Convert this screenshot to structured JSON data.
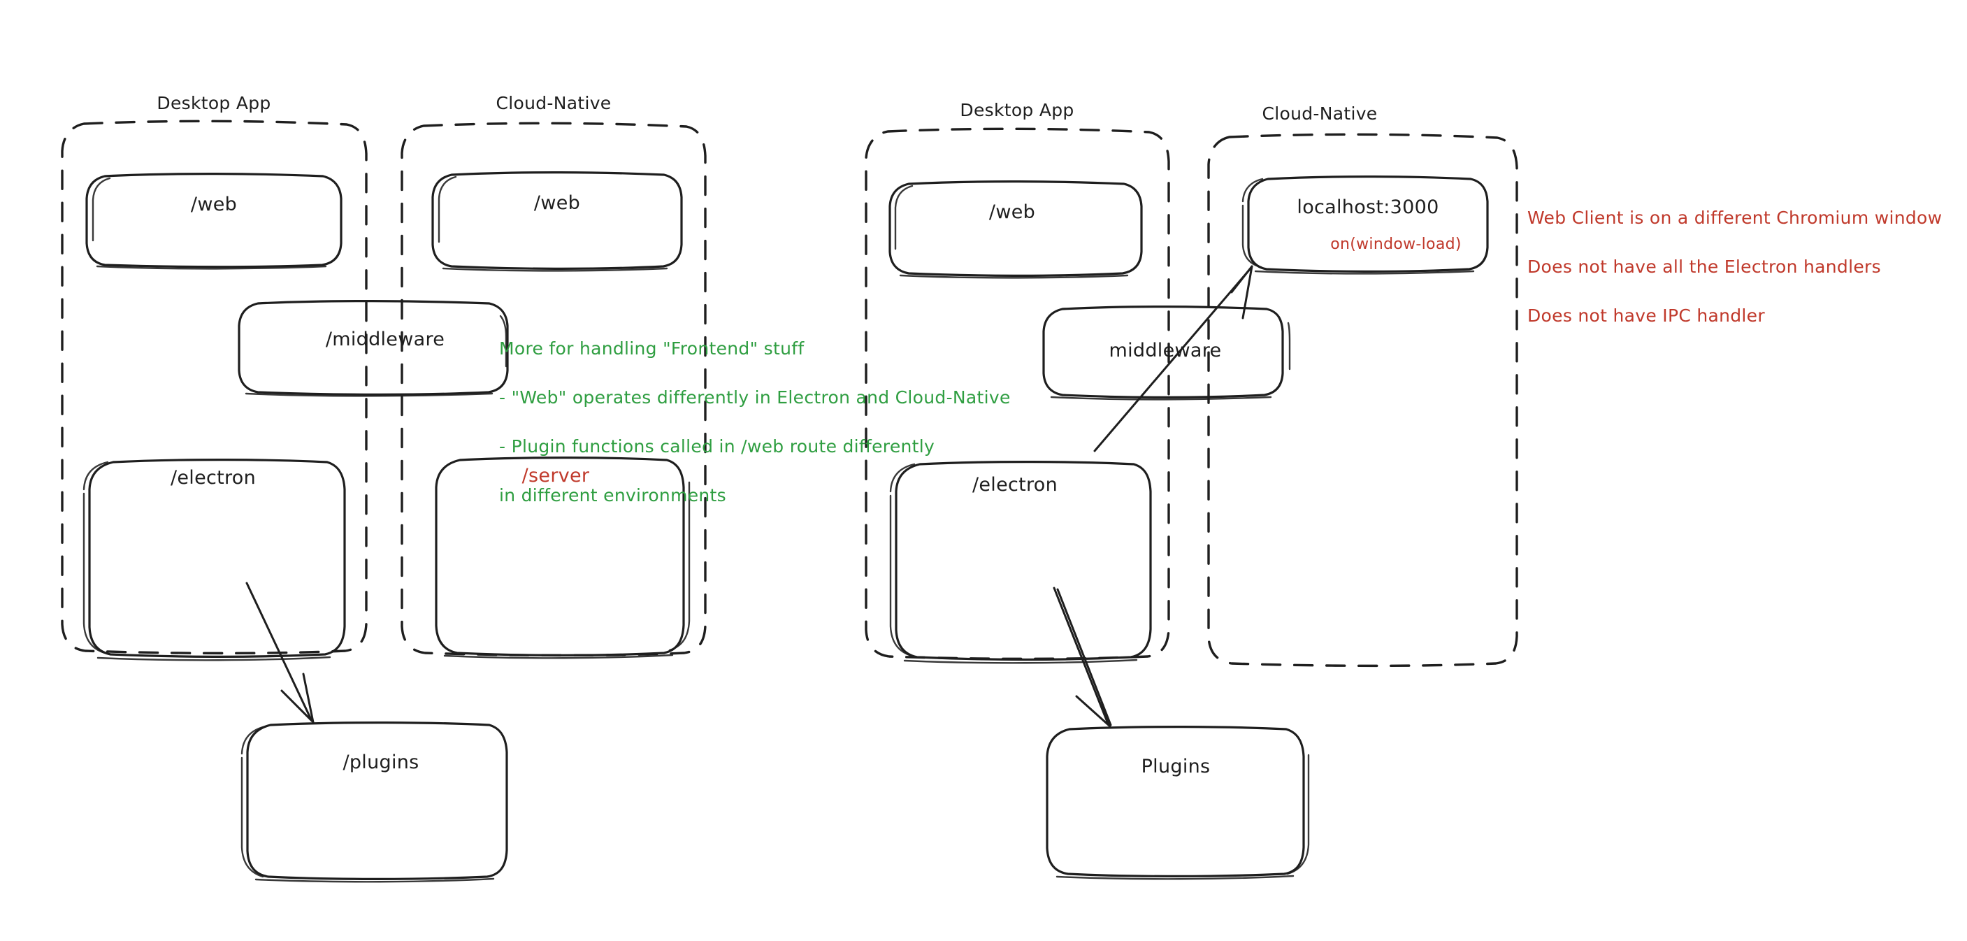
{
  "meta": {
    "title": "Desktop App vs Cloud-Native architecture sketch",
    "style": "hand-drawn whiteboard diagram",
    "background": "#ffffff",
    "colors": {
      "stroke": "#1e1e1e",
      "green": "#2f9e41",
      "red": "#c0392b"
    }
  },
  "left_diagram": {
    "groups": [
      {
        "id": "left-desktop-app",
        "label": "Desktop App"
      },
      {
        "id": "left-cloud-native",
        "label": "Cloud-Native"
      }
    ],
    "boxes": [
      {
        "id": "left-desktop-web",
        "label": "/web",
        "color": "#1e1e1e"
      },
      {
        "id": "left-cloud-web",
        "label": "/web",
        "color": "#1e1e1e"
      },
      {
        "id": "left-middleware",
        "label": "/middleware",
        "color": "#1e1e1e"
      },
      {
        "id": "left-electron",
        "label": "/electron",
        "color": "#1e1e1e"
      },
      {
        "id": "left-server",
        "label": "/server",
        "color": "#c0392b"
      },
      {
        "id": "left-plugins",
        "label": "/plugins",
        "color": "#1e1e1e"
      }
    ],
    "annotation": {
      "color": "#2f9e41",
      "lines": [
        "More for handling \"Frontend\" stuff",
        "- \"Web\" operates differently in Electron and Cloud-Native",
        "- Plugin functions called in /web route differently",
        "in different environments"
      ]
    },
    "arrows": [
      {
        "id": "left-electron-to-plugins",
        "from": "left-electron",
        "to": "left-plugins"
      }
    ]
  },
  "right_diagram": {
    "groups": [
      {
        "id": "right-desktop-app",
        "label": "Desktop App"
      },
      {
        "id": "right-cloud-native",
        "label": "Cloud-Native"
      }
    ],
    "boxes": [
      {
        "id": "right-desktop-web",
        "label": "/web",
        "color": "#1e1e1e"
      },
      {
        "id": "right-localhost",
        "label": "localhost:3000",
        "color": "#1e1e1e",
        "sublabel": "on(window-load)",
        "sublabel_color": "#c0392b"
      },
      {
        "id": "right-middleware",
        "label": "middleware",
        "color": "#1e1e1e"
      },
      {
        "id": "right-electron",
        "label": "/electron",
        "color": "#1e1e1e"
      },
      {
        "id": "right-plugins",
        "label": "Plugins",
        "color": "#1e1e1e"
      }
    ],
    "annotation": {
      "color": "#c0392b",
      "lines": [
        "Web Client is on a different Chromium window",
        "Does not have all the Electron handlers",
        "Does not have IPC handler"
      ]
    },
    "arrows": [
      {
        "id": "right-electron-to-localhost",
        "from": "right-electron",
        "to": "right-localhost"
      },
      {
        "id": "right-electron-to-plugins",
        "from": "right-electron",
        "to": "right-plugins"
      }
    ]
  }
}
